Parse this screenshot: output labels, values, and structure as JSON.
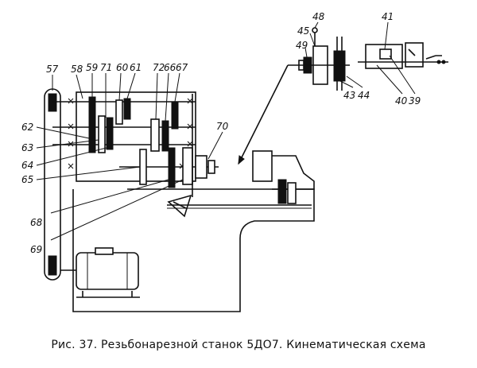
{
  "caption": "Рис. 37. Резьбонарезной станок 5ДО7. Кинематическая схема",
  "labels": {
    "l57": "57",
    "l58": "58",
    "l59": "59",
    "l71": "71",
    "l60": "60",
    "l61": "61",
    "l72": "72",
    "l66": "66",
    "l67": "67",
    "l62": "62",
    "l63": "63",
    "l64": "64",
    "l65": "65",
    "l70": "70",
    "l68": "68",
    "l69": "69",
    "l48": "48",
    "l45": "45",
    "l49": "49",
    "l41": "41",
    "l43": "43",
    "l44": "44",
    "l40": "40",
    "l39": "39"
  }
}
